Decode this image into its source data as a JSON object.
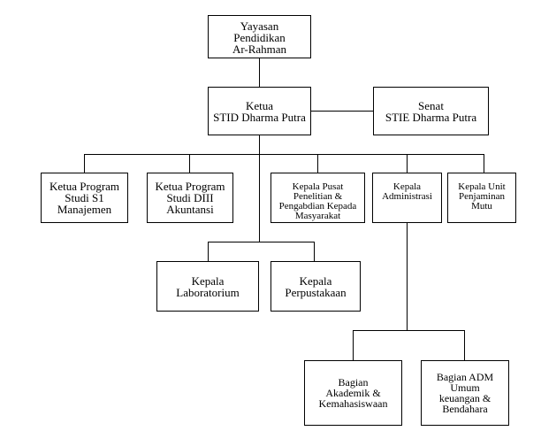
{
  "org_chart": {
    "yayasan": "Yayasan\nPendidikan\nAr-Rahman",
    "ketua": "Ketua\nSTID Dharma Putra",
    "senat": "Senat\nSTIE Dharma Putra",
    "prodi_s1": "Ketua Program\nStudi S1\nManajemen",
    "prodi_diii": "Ketua Program\nStudi DIII\nAkuntansi",
    "kepala_pusat": "Kepala Pusat\nPenelitian &\nPengabdian Kepada\nMasyarakat",
    "kepala_admin": "Kepala\nAdministrasi",
    "kepala_unit": "Kepala Unit\nPenjaminan\nMutu",
    "lab": "Kepala\nLaboratorium",
    "perpustakaan": "Kepala\nPerpustakaan",
    "akademik": "Bagian\nAkademik &\nKemahasiswaan",
    "adm_umum": "Bagian ADM\nUmum\nkeuangan &\nBendahara"
  }
}
